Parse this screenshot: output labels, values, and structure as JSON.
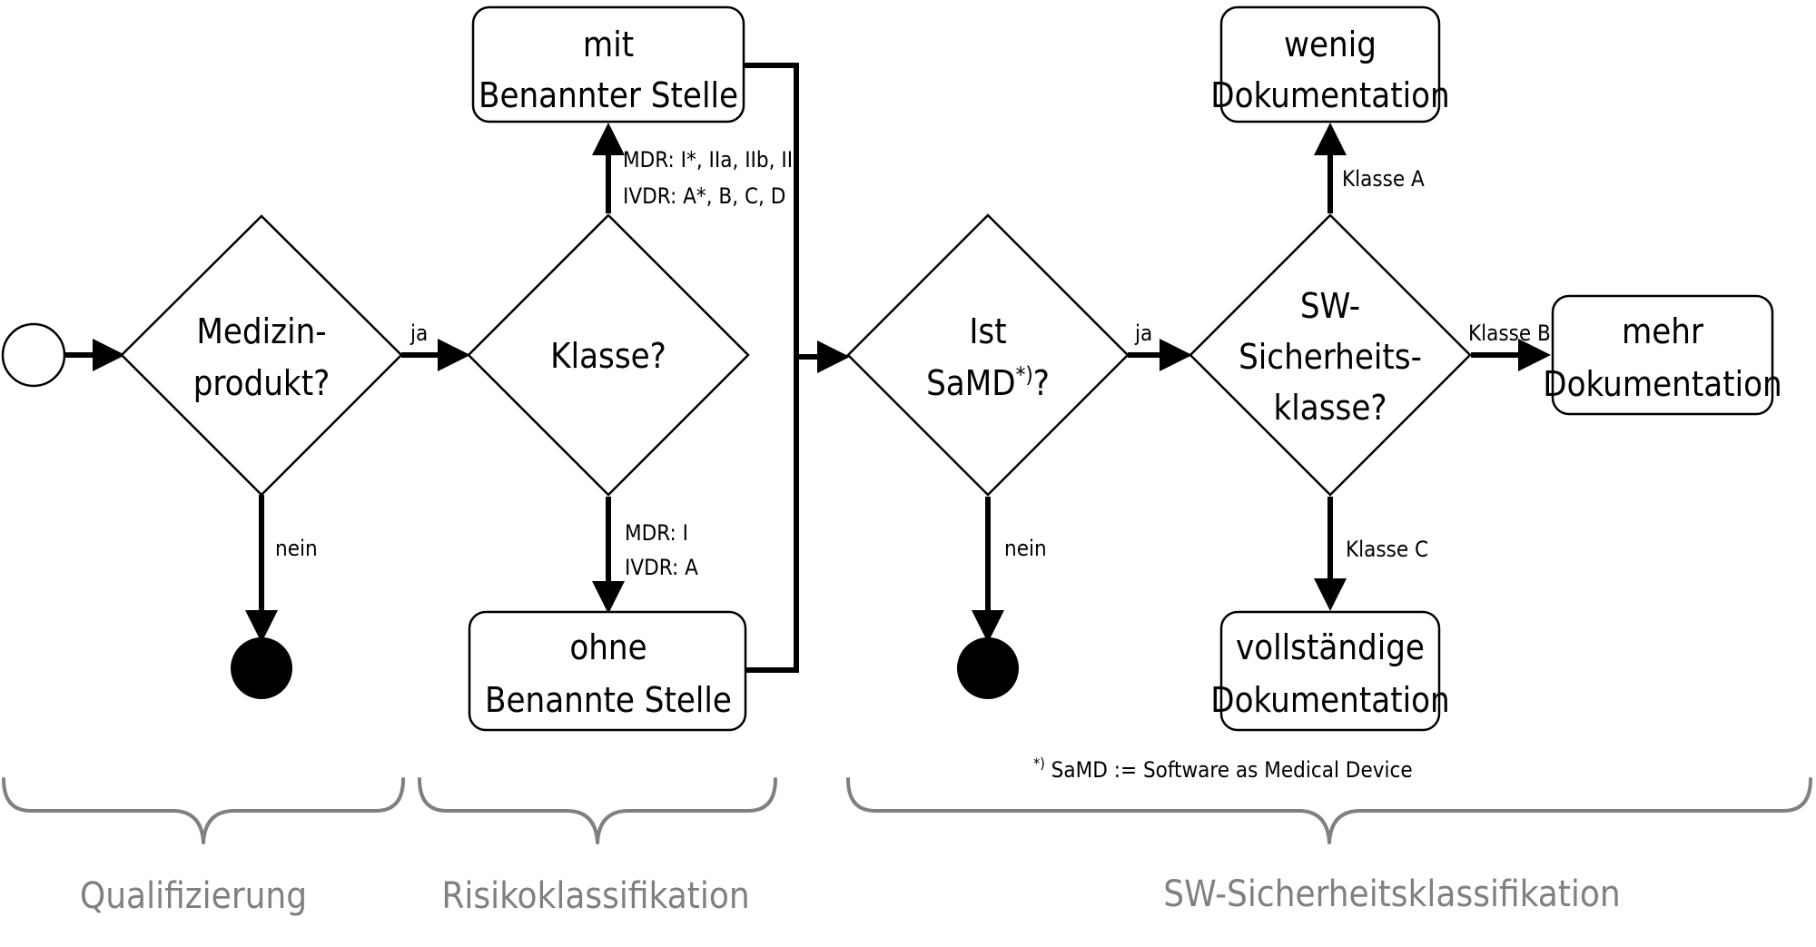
{
  "colors": {
    "line": "#000000",
    "fill": "#ffffff",
    "section": "#808080"
  },
  "nodes": {
    "medizinprodukt": {
      "line1": "Medizin-",
      "line2": "produkt?"
    },
    "klasse": {
      "line1": "Klasse?"
    },
    "mit_benannter_stelle": {
      "line1": "mit",
      "line2": "Benannter Stelle"
    },
    "ohne_benannte_stelle": {
      "line1": "ohne",
      "line2": "Benannte Stelle"
    },
    "ist_samd": {
      "line1": "Ist",
      "line2_main": "SaMD",
      "line2_sup": "*)",
      "line2_end": "?"
    },
    "sw_sicherheitsklasse": {
      "line1": "SW-",
      "line2": "Sicherheits-",
      "line3": "klasse?"
    },
    "wenig_doku": {
      "line1": "wenig",
      "line2": "Dokumentation"
    },
    "mehr_doku": {
      "line1": "mehr",
      "line2": "Dokumentation"
    },
    "vollstaendige_doku": {
      "line1": "vollständige",
      "line2": "Dokumentation"
    }
  },
  "edges": {
    "mp_nein": "nein",
    "mp_ja": "ja",
    "klasse_up_line1": "MDR: I*, IIa, IIb, III",
    "klasse_up_line2": "IVDR: A*, B, C, D",
    "klasse_down_line1": "MDR: I",
    "klasse_down_line2": "IVDR: A",
    "samd_ja": "ja",
    "samd_nein": "nein",
    "klasse_a": "Klasse A",
    "klasse_b": "Klasse B",
    "klasse_c": "Klasse C"
  },
  "footnote": {
    "sup": "*)",
    "text": " SaMD := Software as Medical Device"
  },
  "sections": {
    "qualifizierung": "Qualifizierung",
    "risikoklassifikation": "Risikoklassifikation",
    "sw_sicherheitsklassifikation": "SW-Sicherheitsklassifikation"
  }
}
